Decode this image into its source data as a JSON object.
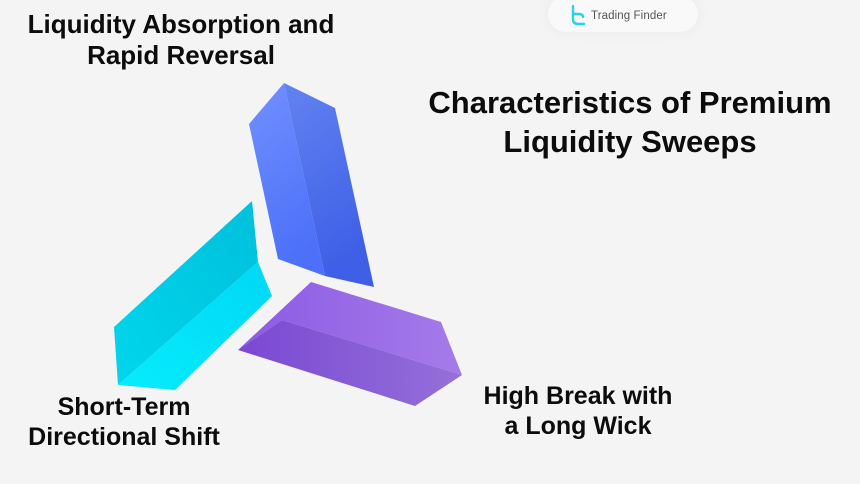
{
  "brand": {
    "name": "Trading Finder",
    "icon": "trading-finder-logo-icon",
    "color": "#27d3e6"
  },
  "title": {
    "line1": "Characteristics of Premium",
    "line2": "Liquidity Sweeps"
  },
  "items": [
    {
      "id": "liquidity-absorption",
      "line1": "Liquidity Absorption and",
      "line2": "Rapid Reversal",
      "color_light": "#6f8dff",
      "color_dark": "#3f64ea"
    },
    {
      "id": "short-term-shift",
      "line1": "Short-Term",
      "line2": "Directional Shift",
      "color_light": "#00e5fb",
      "color_dark": "#00c2de"
    },
    {
      "id": "high-break",
      "line1": "High Break with",
      "line2": "a Long Wick",
      "color_light": "#a67ce8",
      "color_dark": "#7a4bd3"
    }
  ]
}
